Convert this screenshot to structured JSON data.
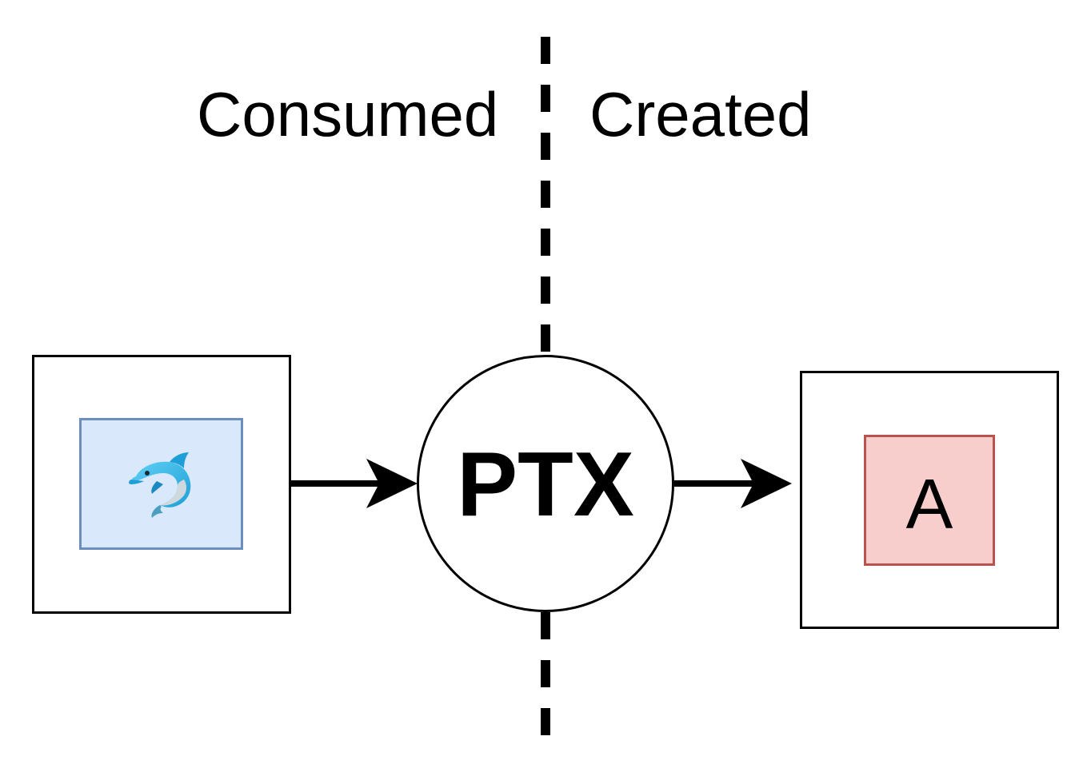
{
  "labels": {
    "consumed": "Consumed",
    "created": "Created"
  },
  "transaction": {
    "label": "PTX"
  },
  "input_token": {
    "icon": "dolphin-icon",
    "fill": "#dae8fc",
    "stroke": "#6c8ebf"
  },
  "output_token": {
    "label": "A",
    "fill": "#f8cecc",
    "stroke": "#b85450"
  },
  "colors": {
    "line": "#000000",
    "background": "#ffffff"
  }
}
